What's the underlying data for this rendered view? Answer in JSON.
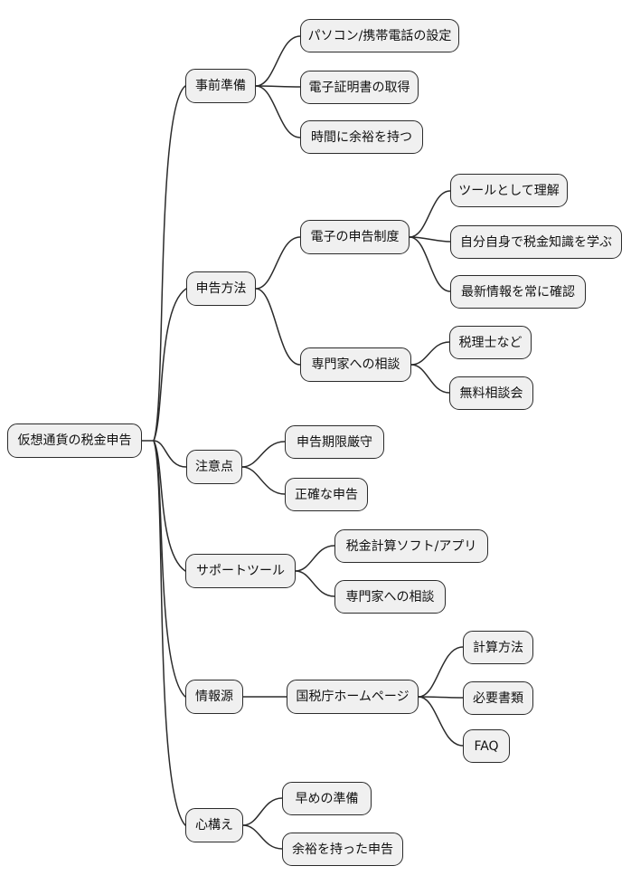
{
  "mindmap": {
    "root": {
      "label": "仮想通貨の税金申告"
    },
    "branches": [
      {
        "label": "事前準備",
        "children": [
          {
            "label": "パソコン/携帯電話の設定"
          },
          {
            "label": "電子証明書の取得"
          },
          {
            "label": "時間に余裕を持つ"
          }
        ]
      },
      {
        "label": "申告方法",
        "children": [
          {
            "label": "電子の申告制度",
            "children": [
              {
                "label": "ツールとして理解"
              },
              {
                "label": "自分自身で税金知識を学ぶ"
              },
              {
                "label": "最新情報を常に確認"
              }
            ]
          },
          {
            "label": "専門家への相談",
            "children": [
              {
                "label": "税理士など"
              },
              {
                "label": "無料相談会"
              }
            ]
          }
        ]
      },
      {
        "label": "注意点",
        "children": [
          {
            "label": "申告期限厳守"
          },
          {
            "label": "正確な申告"
          }
        ]
      },
      {
        "label": "サポートツール",
        "children": [
          {
            "label": "税金計算ソフト/アプリ"
          },
          {
            "label": "専門家への相談"
          }
        ]
      },
      {
        "label": "情報源",
        "children": [
          {
            "label": "国税庁ホームページ",
            "children": [
              {
                "label": "計算方法"
              },
              {
                "label": "必要書類"
              },
              {
                "label": "FAQ"
              }
            ]
          }
        ]
      },
      {
        "label": "心構え",
        "children": [
          {
            "label": "早めの準備"
          },
          {
            "label": "余裕を持った申告"
          }
        ]
      }
    ]
  },
  "colors": {
    "background": "#ffffff",
    "node_fill": "#f0f0f0",
    "node_border": "#2b2b2b",
    "line": "#2b2b2b",
    "text": "#111111"
  }
}
